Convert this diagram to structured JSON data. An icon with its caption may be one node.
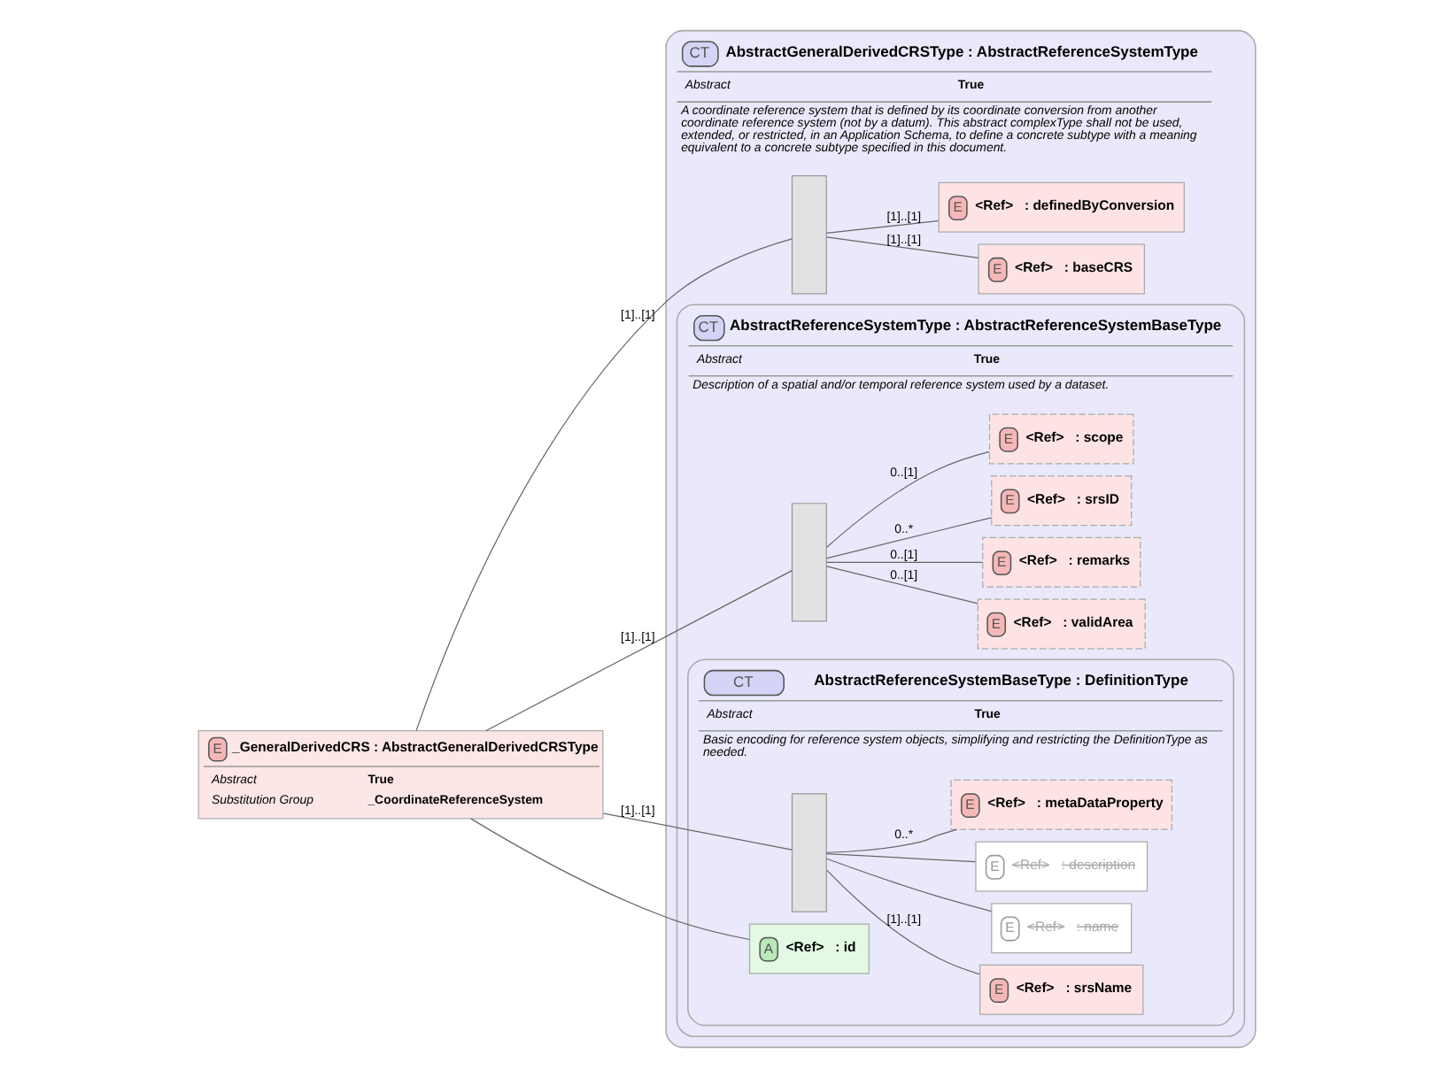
{
  "diagram": {
    "nodes": [
      {
        "text": [
          "E",
          "_GeneralDerivedCRS : AbstractGeneralDerivedCRSType",
          "Abstract",
          "True",
          "Substitution Group",
          "_CoordinateReferenceSystem"
        ]
      },
      {
        "text": [
          "CT",
          "AbstractGeneralDerivedCRSType : AbstractReferenceSystemType",
          "Abstract",
          "True",
          "A coordinate reference system that is defined by its coordinate conversion from another coordinate reference system (not by a datum). This abstract complexType shall not be used, extended, or restricted, in an Application Schema, to define a concrete subtype with a meaning equivalent to a concrete subtype specified in this document."
        ]
      },
      {
        "text": [
          "CT",
          "AbstractReferenceSystemType : AbstractReferenceSystemBaseType",
          "Abstract",
          "True",
          "Description of a spatial and/or temporal reference system used by a dataset."
        ],
        "in": 1
      },
      {
        "text": [
          "CT",
          "AbstractReferenceSystemBaseType : DefinitionType",
          "Abstract",
          "True",
          "Basic encoding for reference system objects, simplifying and restricting the DefinitionType as needed."
        ],
        "in": 2
      },
      {
        "text": [
          "A",
          "<Ref>",
          ": id"
        ],
        "in": 3
      },
      {
        "text": [],
        "shape": "box",
        "in": 3
      },
      {
        "text": [
          "E",
          "<Ref>",
          ": metaDataProperty"
        ],
        "in": 3
      },
      {
        "text": [
          "E",
          "<Ref>",
          ": description"
        ],
        "in": 3
      },
      {
        "text": [
          "E",
          "<Ref>",
          ": name"
        ],
        "in": 3
      },
      {
        "text": [
          "E",
          "<Ref>",
          ": srsName"
        ],
        "in": 3
      },
      {
        "text": [],
        "shape": "box",
        "in": 2
      },
      {
        "text": [
          "E",
          "<Ref>",
          ": srsID"
        ],
        "in": 2
      },
      {
        "text": [
          "E",
          "<Ref>",
          ": remarks"
        ],
        "in": 2
      },
      {
        "text": [
          "E",
          "<Ref>",
          ": validArea"
        ],
        "in": 2
      },
      {
        "text": [
          "E",
          "<Ref>",
          ": scope"
        ],
        "in": 2
      },
      {
        "text": [],
        "shape": "box",
        "in": 1
      },
      {
        "text": [
          "E",
          "<Ref>",
          ": baseCRS"
        ],
        "in": 1
      },
      {
        "text": [
          "E",
          "<Ref>",
          ": definedByConversion"
        ],
        "in": 1
      }
    ],
    "edges": [
      {
        "from": 0,
        "to": 4,
        "arrow": "none"
      },
      {
        "from": 0,
        "to": 5,
        "label": "[1]..[1]",
        "arrow": "none"
      },
      {
        "from": 0,
        "to": 10,
        "label": "[1]..[1]",
        "arrow": "none"
      },
      {
        "from": 0,
        "to": 15,
        "label": "[1]..[1]",
        "arrow": "none"
      },
      {
        "from": 5,
        "to": 6,
        "label": "0..*",
        "arrow": "none"
      },
      {
        "from": 5,
        "to": 7,
        "arrow": "none"
      },
      {
        "from": 5,
        "to": 8,
        "arrow": "none"
      },
      {
        "from": 5,
        "to": 9,
        "label": "[1]..[1]",
        "arrow": "none"
      },
      {
        "from": 10,
        "to": 11,
        "label": "0..*",
        "arrow": "none"
      },
      {
        "from": 10,
        "to": 12,
        "label": "0..[1]",
        "arrow": "none"
      },
      {
        "from": 10,
        "to": 13,
        "label": "0..[1]",
        "arrow": "none"
      },
      {
        "from": 10,
        "to": 14,
        "label": "0..[1]",
        "arrow": "none"
      },
      {
        "from": 15,
        "to": 16,
        "label": "[1]..[1]",
        "arrow": "none"
      },
      {
        "from": 15,
        "to": 17,
        "label": "[1]..[1]",
        "arrow": "none"
      }
    ]
  }
}
